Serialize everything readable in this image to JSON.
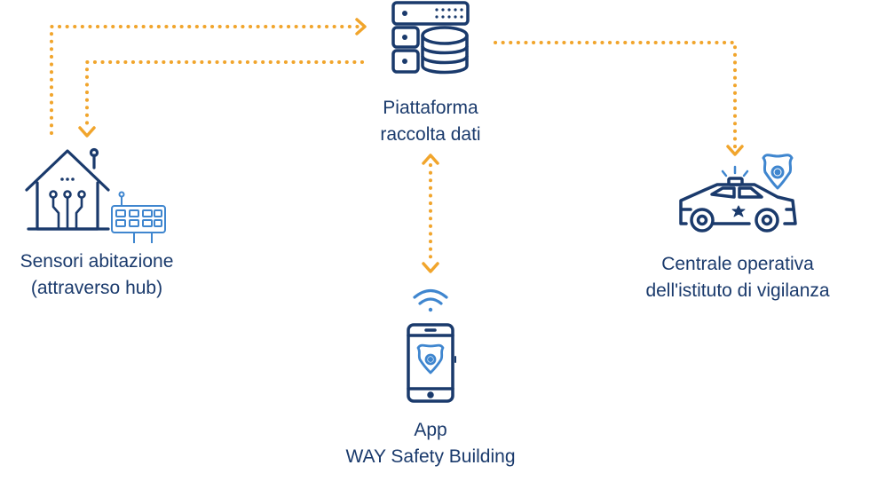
{
  "colors": {
    "navy": "#1a3a6c",
    "light_blue": "#3f86cf",
    "orange": "#f1a52c",
    "background": "#ffffff"
  },
  "nodes": {
    "platform": {
      "line1": "Piattaforma",
      "line2": "raccolta dati",
      "icon": "database-server-icon"
    },
    "sensors": {
      "line1": "Sensori abitazione",
      "line2": "(attraverso hub)",
      "icon": "smart-home-hub-icon"
    },
    "central": {
      "line1": "Centrale operativa",
      "line2": "dell'istituto di vigilanza",
      "icon": "police-car-icon"
    },
    "app": {
      "line1": "App",
      "line2": "WAY Safety Building",
      "icon": "smartphone-app-icon"
    }
  },
  "connections": [
    {
      "from": "sensors",
      "to": "platform",
      "direction": "to"
    },
    {
      "from": "platform",
      "to": "sensors",
      "direction": "to"
    },
    {
      "from": "platform",
      "to": "central",
      "direction": "to"
    },
    {
      "from": "platform",
      "to": "app",
      "direction": "both"
    }
  ]
}
